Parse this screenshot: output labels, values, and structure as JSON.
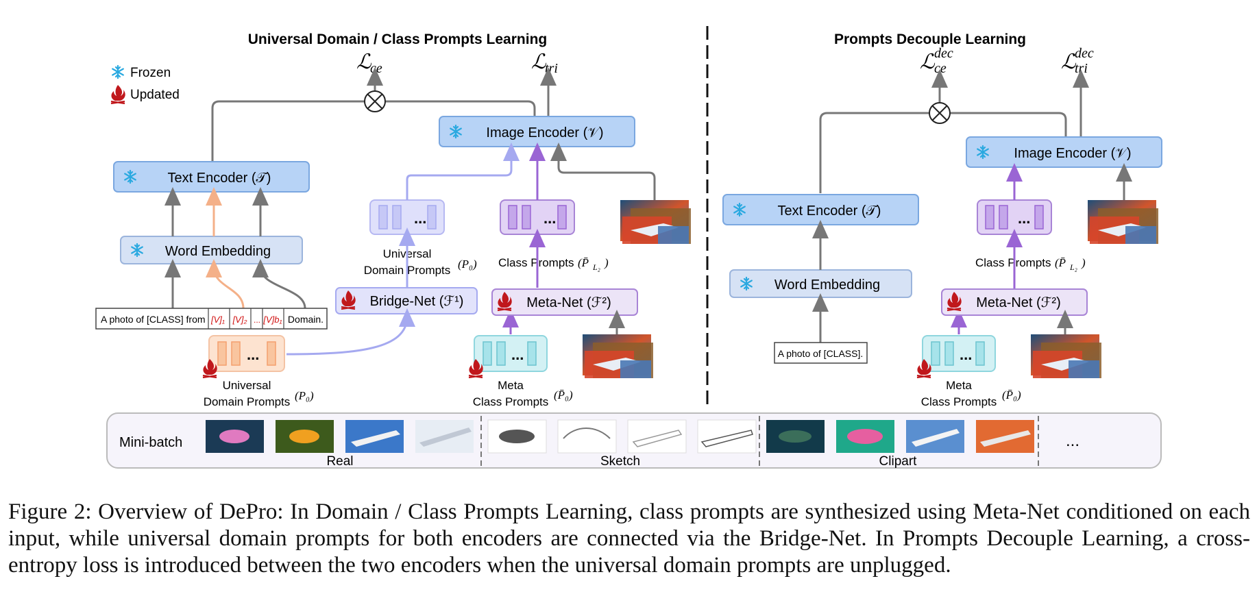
{
  "left_panel": {
    "title": "Universal Domain / Class Prompts Learning",
    "legend": {
      "frozen": "Frozen",
      "updated": "Updated"
    },
    "losses": {
      "ce": "ℒ",
      "ce_sub": "ce",
      "tri": "ℒ",
      "tri_sub": "tri"
    },
    "image_encoder": "Image Encoder (𝒱)",
    "text_encoder": "Text Encoder (𝒯)",
    "word_embedding": "Word  Embedding",
    "bridge_net": "Bridge-Net (ℱ¹)",
    "meta_net": "Meta-Net (ℱ²)",
    "universal_prompts_upper": {
      "line1": "Universal",
      "line2": "Domain Prompts",
      "sym": "(P₀)"
    },
    "class_prompts_label": "Class Prompts",
    "class_prompts_sym": "(P̄",
    "class_prompts_sub": "L₂",
    "universal_prompts_lower": {
      "line1": "Universal",
      "line2": "Domain Prompts",
      "sym": "(P₀)"
    },
    "meta_prompts": {
      "line1": "Meta",
      "line2": "Class Prompts",
      "sym": "(P̄₀)"
    },
    "template": {
      "prefix": "A photo of [CLASS] from",
      "tokens": [
        "[V]₁",
        "[V]₂",
        "...",
        "[V]b₁"
      ],
      "suffix": "Domain."
    },
    "ellipsis": "..."
  },
  "right_panel": {
    "title": "Prompts Decouple Learning",
    "losses": {
      "ce": "ℒ",
      "ce_sub": "ce",
      "ce_sup": "dec",
      "tri": "ℒ",
      "tri_sub": "tri",
      "tri_sup": "dec"
    },
    "image_encoder": "Image Encoder (𝒱)",
    "text_encoder": "Text Encoder (𝒯)",
    "word_embedding": "Word  Embedding",
    "meta_net": "Meta-Net (ℱ²)",
    "class_prompts_label": "Class Prompts",
    "class_prompts_sym": "(P̄",
    "class_prompts_sub": "L₂",
    "meta_prompts": {
      "line1": "Meta",
      "line2": "Class Prompts",
      "sym": "(P̄₀)"
    },
    "template": "A photo of [CLASS].",
    "ellipsis": "..."
  },
  "minibatch": {
    "label": "Mini-batch",
    "groups": [
      "Real",
      "Sketch",
      "Clipart"
    ],
    "more": "..."
  },
  "caption": "Figure 2: Overview of DePro: In Domain / Class Prompts Learning, class prompts are synthesized using Meta-Net conditioned on each input, while universal domain prompts for both encoders are connected via the Bridge-Net. In Prompts Decouple Learning, a cross-entropy loss is introduced between the two encoders when the universal domain prompts are unplugged.",
  "colors": {
    "encoder_fill": "#b7d3f6",
    "encoder_stroke": "#7aa7e0",
    "embedding_fill": "#d6e2f5",
    "net_fill": "#ece4f7",
    "net_stroke": "#a884d6",
    "purple_arrow": "#9a65d4",
    "lavender_arrow": "#a5a9f0",
    "orange_arrow": "#f4b088",
    "flame": "#c0181c",
    "snow": "#2aa9e0"
  }
}
